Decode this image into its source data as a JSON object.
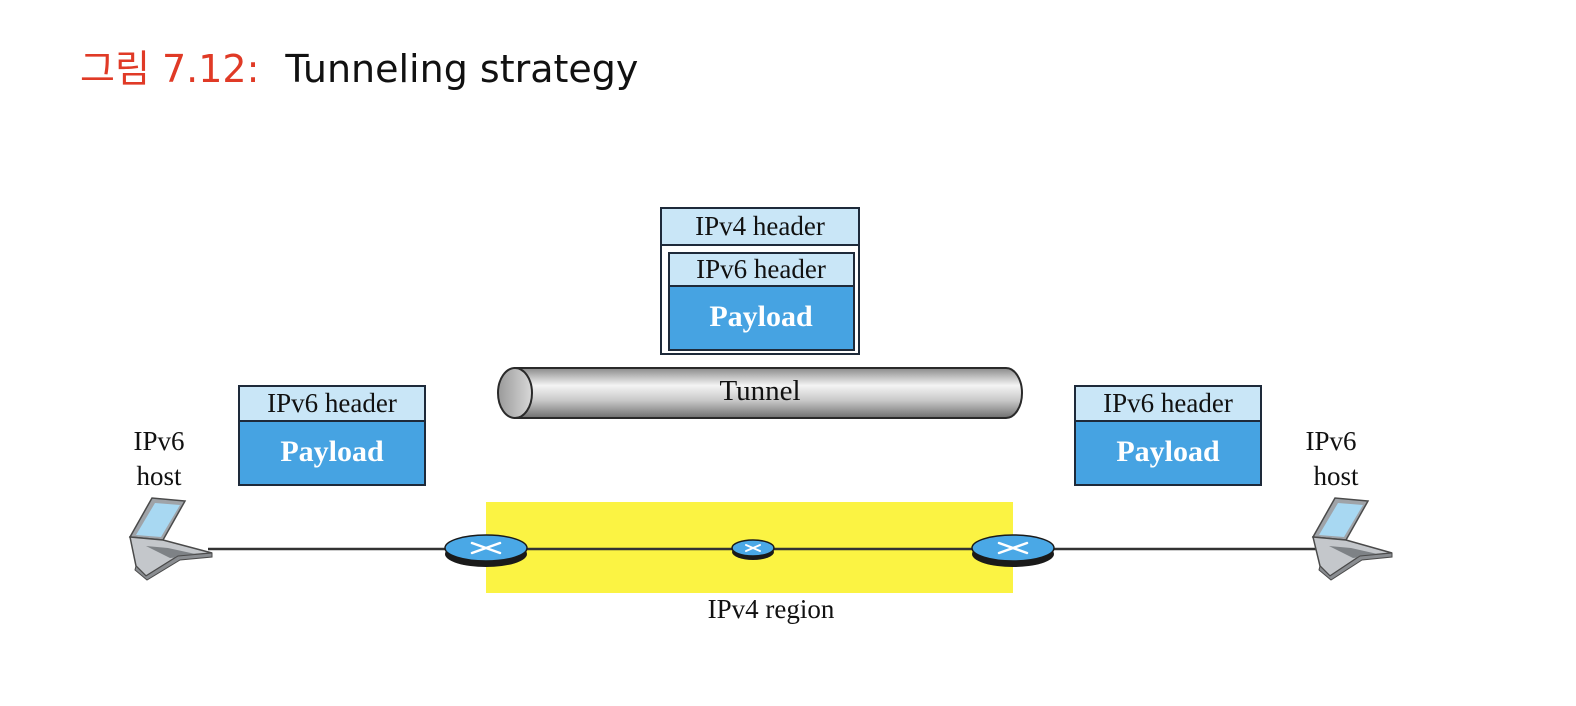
{
  "title": {
    "figure_label": "그림 7.12:",
    "text": "Tunneling strategy"
  },
  "diagram": {
    "left_packet": {
      "header": "IPv6 header",
      "payload": "Payload"
    },
    "tunnel_packet": {
      "outer_header": "IPv4 header",
      "inner_header": "IPv6 header",
      "payload": "Payload"
    },
    "right_packet": {
      "header": "IPv6 header",
      "payload": "Payload"
    },
    "tunnel_label": "Tunnel",
    "left_host": {
      "line1": "IPv6",
      "line2": "host",
      "icon": "laptop-icon"
    },
    "right_host": {
      "line1": "IPv6",
      "line2": "host",
      "icon": "laptop-icon"
    },
    "region_label": "IPv4 region",
    "routers": [
      "router-icon",
      "router-icon",
      "router-icon"
    ],
    "colors": {
      "header_fill": "#c9e6f7",
      "payload_fill": "#46a3e2",
      "region_fill": "#fbf343",
      "router_fill": "#4aa8e6",
      "title_accent": "#e03a26"
    }
  }
}
